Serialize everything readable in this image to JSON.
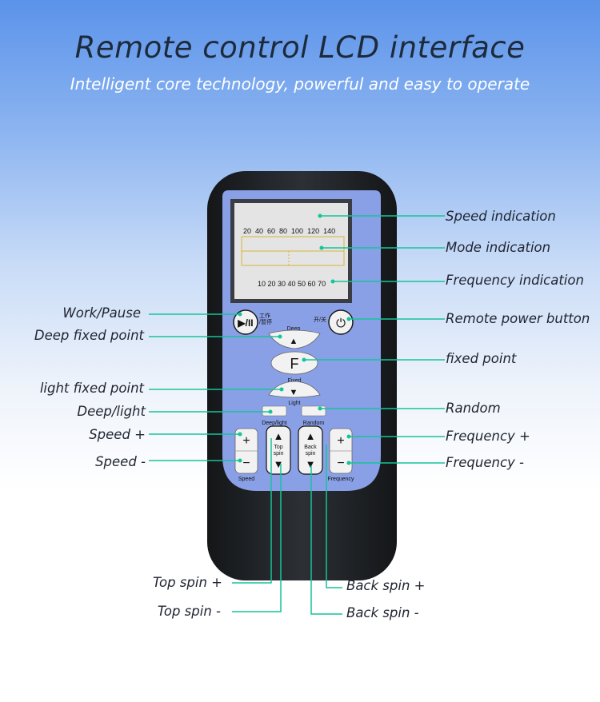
{
  "header": {
    "title": "Remote control LCD interface",
    "subtitle": "Intelligent core technology, powerful and easy to operate"
  },
  "colors": {
    "remote_body": "#1f2226",
    "panel": "#8aa0e6",
    "lcd": "#e3e3e3",
    "callout": "#15c49a",
    "button": "#f2f2f2"
  },
  "lcd": {
    "speed_scale": "20  40  60  80  100  120  140",
    "frequency_scale": "10 20 30 40 50 60 70"
  },
  "buttons": {
    "work_pause_cn": "工作\n/暂停",
    "power_cn": "开/关",
    "deep": "Deep",
    "fixed_symbol": "F",
    "fixed": "Fixed",
    "light": "Light",
    "deep_light": "Deep/light",
    "random": "Random",
    "plus": "+",
    "minus": "−",
    "speed": "Speed",
    "frequency": "Frequency",
    "top_spin_1": "Top",
    "top_spin_2": "spin",
    "back_spin_1": "Back",
    "back_spin_2": "spin"
  },
  "callouts": {
    "speed_indication": "Speed indication",
    "mode_indication": "Mode indication",
    "frequency_indication": "Frequency indication",
    "remote_power": "Remote power button",
    "fixed_point": "fixed point",
    "random": "Random",
    "frequency_plus": "Frequency +",
    "frequency_minus": "Frequency -",
    "work_pause": "Work/Pause",
    "deep_fixed": "Deep fixed point",
    "light_fixed": "light fixed point",
    "deep_light": "Deep/light",
    "speed_plus": "Speed +",
    "speed_minus": "Speed -",
    "top_spin_plus": "Top spin +",
    "top_spin_minus": "Top spin -",
    "back_spin_plus": "Back spin +",
    "back_spin_minus": "Back spin -"
  }
}
